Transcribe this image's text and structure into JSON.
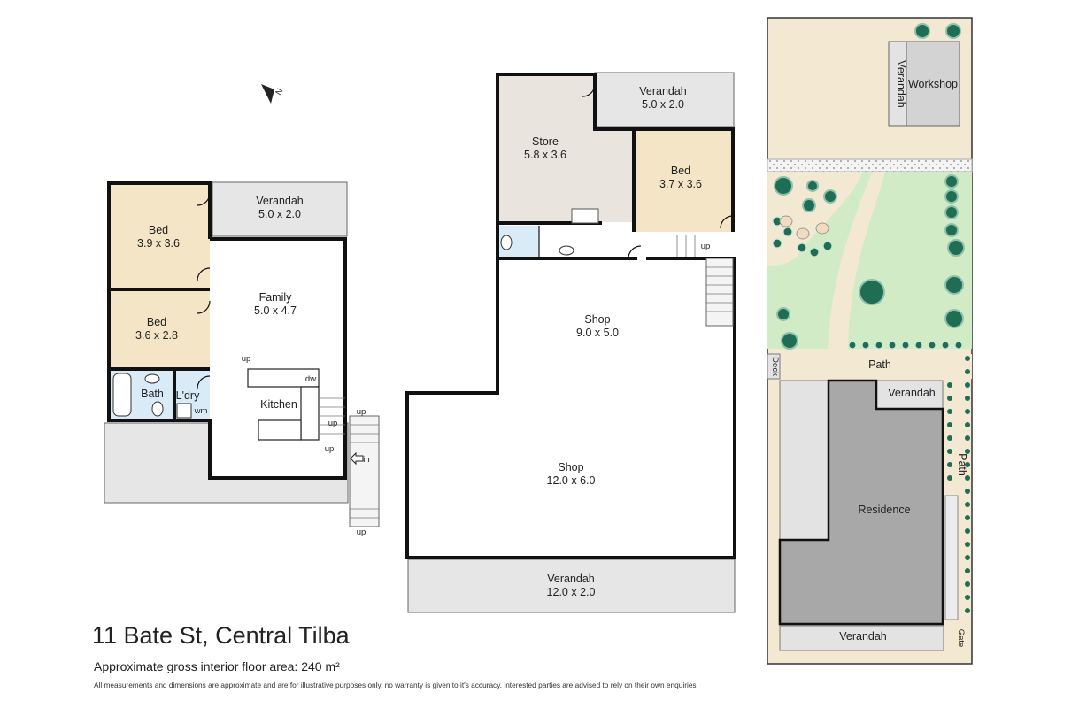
{
  "title": "11 Bate St, Central Tilba",
  "floor_area": "Approximate gross interior floor area: 240 m²",
  "disclaimer": "All measurements and dimensions are approximate and are for illustrative purposes only, no warranty is given to it's accuracy. interested parties are advised to rely on their own enquiries",
  "north_label": "N",
  "colors": {
    "bedroom": "#f3e5c6",
    "store": "#e9e4de",
    "wet_area": "#d8ebf7",
    "verandah": "#ececec",
    "lawn": "#d1ebc6",
    "yard": "#f3e8d2",
    "residence": "#a8a8a8",
    "tree": "#1f6d52"
  },
  "left_plan": {
    "bed1": {
      "name": "Bed",
      "dim": "3.9 x 3.6"
    },
    "verandah": {
      "name": "Verandah",
      "dim": "5.0 x 2.0"
    },
    "family": {
      "name": "Family",
      "dim": "5.0 x 4.7"
    },
    "bed2": {
      "name": "Bed",
      "dim": "3.6 x 2.8"
    },
    "bath": "Bath",
    "laundry": "L'dry",
    "wm": "wm",
    "kitchen": "Kitchen",
    "dw": "dw",
    "in": "in",
    "up1": "up",
    "up2": "up",
    "up3": "up",
    "up4": "up",
    "up5": "up"
  },
  "middle_plan": {
    "store": {
      "name": "Store",
      "dim": "5.8 x 3.6"
    },
    "verandah_top": {
      "name": "Verandah",
      "dim": "5.0 x 2.0"
    },
    "bed": {
      "name": "Bed",
      "dim": "3.7 x 3.6"
    },
    "up": "up",
    "shop1": {
      "name": "Shop",
      "dim": "9.0 x 5.0"
    },
    "shop2": {
      "name": "Shop",
      "dim": "12.0 x 6.0"
    },
    "verandah_bottom": {
      "name": "Verandah",
      "dim": "12.0 x 2.0"
    }
  },
  "site_plan": {
    "verandah_workshop": "Verandah",
    "workshop": "Workshop",
    "deck": "Deck",
    "path_top": "Path",
    "verandah_residence": "Verandah",
    "path_side": "Path",
    "residence": "Residence",
    "verandah_bottom": "Verandah",
    "gate": "Gate"
  }
}
